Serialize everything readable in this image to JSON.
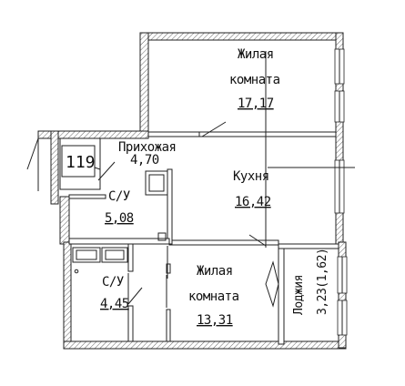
{
  "plan": {
    "apartment_number": "119",
    "rooms": [
      {
        "id": "living1",
        "name_line1": "Жилая",
        "name_line2": "комната",
        "area": "17,17"
      },
      {
        "id": "hall",
        "name_line1": "Прихожая",
        "area": "4,70"
      },
      {
        "id": "kitchen",
        "name_line1": "Кухня",
        "area": "16,42"
      },
      {
        "id": "bath1",
        "name_line1": "С/У",
        "area": "5,08"
      },
      {
        "id": "bath2",
        "name_line1": "С/У",
        "area": "4,45"
      },
      {
        "id": "living2",
        "name_line1": "Жилая",
        "name_line2": "комната",
        "area": "13,31"
      },
      {
        "id": "loggia",
        "name_line1": "Лоджия",
        "area": "3,23(1,62)"
      }
    ]
  }
}
